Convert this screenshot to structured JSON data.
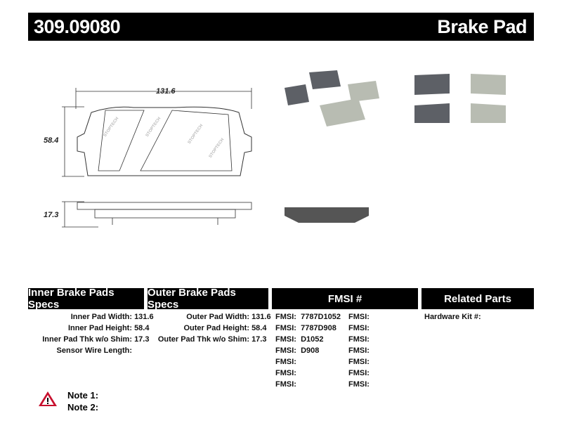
{
  "header": {
    "part_number": "309.09080",
    "category": "Brake Pad"
  },
  "drawing": {
    "width_dim": "131.6",
    "height_dim": "58.4",
    "thickness_dim": "17.3",
    "brand_mark": "STOPTECH"
  },
  "inner": {
    "title": "Inner Brake Pads Specs",
    "rows": [
      {
        "label": "Inner Pad Width:",
        "value": "131.6"
      },
      {
        "label": "Inner Pad Height:",
        "value": "58.4"
      },
      {
        "label": "Inner Pad Thk w/o Shim:",
        "value": "17.3"
      },
      {
        "label": "Sensor Wire Length:",
        "value": ""
      }
    ]
  },
  "outer": {
    "title": "Outer Brake Pads Specs",
    "rows": [
      {
        "label": "Outer Pad Width:",
        "value": "131.6"
      },
      {
        "label": "Outer Pad Height:",
        "value": "58.4"
      },
      {
        "label": "Outer Pad Thk w/o Shim:",
        "value": "17.3"
      }
    ]
  },
  "fmsi": {
    "title": "FMSI #",
    "label": "FMSI:",
    "col1": [
      "7787D1052",
      "7787D908",
      "D1052",
      "D908",
      "",
      "",
      ""
    ],
    "col2": [
      "",
      "",
      "",
      "",
      "",
      "",
      ""
    ]
  },
  "related": {
    "title": "Related Parts",
    "hardware_label": "Hardware Kit #:",
    "hardware_value": ""
  },
  "notes": {
    "icon": "warning-icon",
    "note1": "Note 1:",
    "note2": "Note 2:"
  },
  "colors": {
    "header_bg": "#000000",
    "warning": "#c8102e",
    "pad_dark": "#5a5d62",
    "pad_light": "#b9bcb4"
  }
}
